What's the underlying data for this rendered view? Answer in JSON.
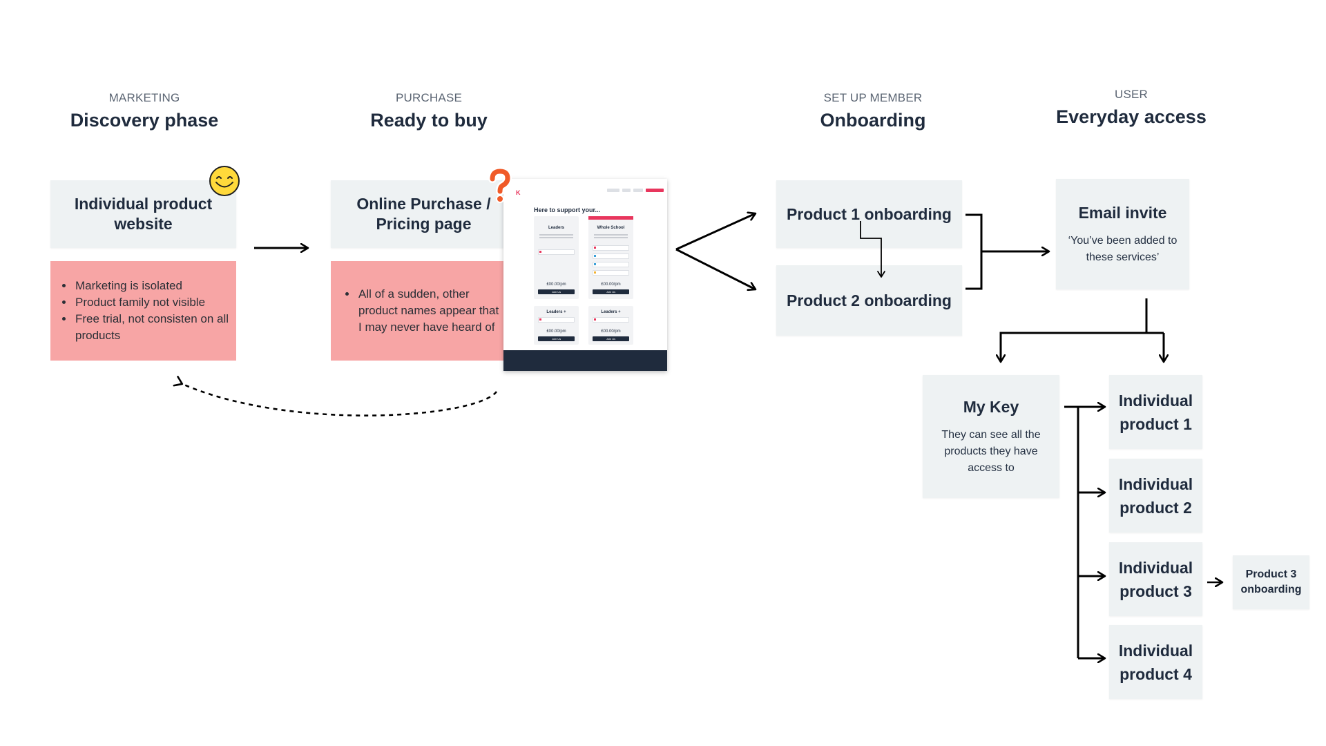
{
  "phases": [
    {
      "label": "MARKETING",
      "title": "Discovery phase"
    },
    {
      "label": "PURCHASE",
      "title": "Ready to buy"
    },
    {
      "label": "SET UP MEMBER",
      "title": "Onboarding"
    },
    {
      "label": "USER",
      "title": "Everyday access"
    }
  ],
  "cards": {
    "individual_website": "Individual product website",
    "online_purchase": "Online Purchase / Pricing page",
    "product1_onboarding": "Product 1 onboarding",
    "product2_onboarding": "Product 2 onboarding",
    "email_invite_title": "Email invite",
    "email_invite_text": "‘You’ve been added to these services’",
    "my_key_title": "My Key",
    "my_key_text": "They can see all the products they have access to",
    "products": [
      "Individual product 1",
      "Individual product 2",
      "Individual product 3",
      "Individual product 4"
    ],
    "product3_onboarding": "Product 3 onboarding"
  },
  "notes": {
    "marketing": [
      "Marketing is isolated",
      "Product family not visible",
      "Free trial, not consisten on all products"
    ],
    "purchase": [
      "All of a sudden, other product names appear that I may never have heard of"
    ]
  },
  "icons": {
    "smiley": "smiley-face-icon",
    "question": "question-mark-icon"
  },
  "pricing_mockup": {
    "heading": "Here to support your...",
    "plans": [
      "Leaders",
      "Whole School",
      "Leaders +",
      "Leaders +"
    ],
    "prices": [
      "£00.00/pm",
      "£00.00/pm",
      "£00.00/pm",
      "£00.00/pm"
    ],
    "button": "Join Us"
  },
  "colors": {
    "card_bg": "#eef2f3",
    "note_bg": "#f7a5a5",
    "text_dark": "#1f2b3d",
    "accent_red": "#e8365d",
    "question_orange": "#f05a28",
    "smiley_yellow": "#ffd93b"
  }
}
